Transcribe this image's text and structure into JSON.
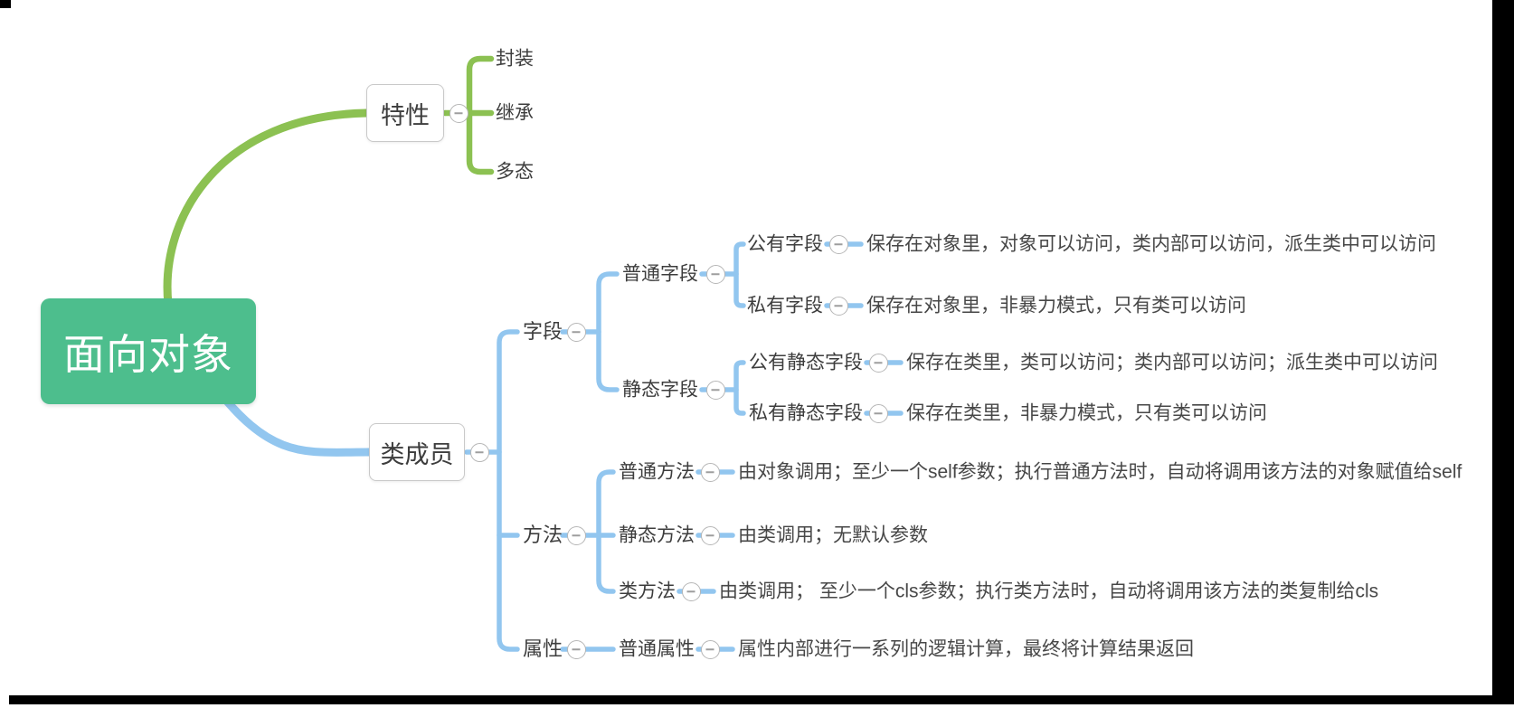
{
  "colors": {
    "branch_green": "#8CC152",
    "branch_blue": "#92C6EF",
    "root_background": "#4DBE8D",
    "root_text": "#ffffff",
    "topic_text": "#3d3d3d"
  },
  "root": {
    "label": "面向对象"
  },
  "branches": [
    {
      "label": "特性",
      "children": [
        {
          "label": "封装"
        },
        {
          "label": "继承"
        },
        {
          "label": "多态"
        }
      ]
    },
    {
      "label": "类成员",
      "children": [
        {
          "label": "字段",
          "children": [
            {
              "label": "普通字段",
              "children": [
                {
                  "label": "公有字段",
                  "note": "保存在对象里，对象可以访问，类内部可以访问，派生类中可以访问"
                },
                {
                  "label": "私有字段",
                  "note": "保存在对象里，非暴力模式，只有类可以访问"
                }
              ]
            },
            {
              "label": "静态字段",
              "children": [
                {
                  "label": "公有静态字段",
                  "note": "保存在类里，类可以访问；类内部可以访问；派生类中可以访问"
                },
                {
                  "label": "私有静态字段",
                  "note": "保存在类里，非暴力模式，只有类可以访问"
                }
              ]
            }
          ]
        },
        {
          "label": "方法",
          "children": [
            {
              "label": "普通方法",
              "note": "由对象调用；至少一个self参数；执行普通方法时，自动将调用该方法的对象赋值给self"
            },
            {
              "label": "静态方法",
              "note": "由类调用；无默认参数"
            },
            {
              "label": "类方法",
              "note": "由类调用； 至少一个cls参数；执行类方法时，自动将调用该方法的类复制给cls"
            }
          ]
        },
        {
          "label": "属性",
          "children": [
            {
              "label": "普通属性",
              "note": "属性内部进行一系列的逻辑计算，最终将计算结果返回"
            }
          ]
        }
      ]
    }
  ]
}
